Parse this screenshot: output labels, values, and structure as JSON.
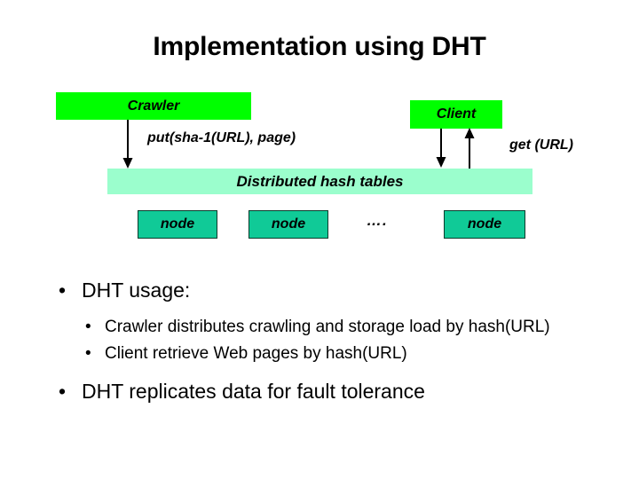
{
  "slide": {
    "title": "Implementation using DHT",
    "background_color": "#ffffff"
  },
  "diagram": {
    "crawler_box": {
      "label": "Crawler",
      "fill_color": "#00ff00"
    },
    "client_box": {
      "label": "Client",
      "fill_color": "#00ff00"
    },
    "dht_bar": {
      "label": "Distributed hash tables",
      "fill_color": "#9bfecd"
    },
    "nodes": [
      {
        "label": "node",
        "fill_color": "#10ca97",
        "border_color": "#0a3b2c"
      },
      {
        "label": "node",
        "fill_color": "#10ca97",
        "border_color": "#0a3b2c"
      },
      {
        "label": "node",
        "fill_color": "#10ca97",
        "border_color": "#0a3b2c"
      }
    ],
    "ellipsis": "….",
    "edge_labels": {
      "put": "put(sha-1(URL), page)",
      "get": "get (URL)"
    },
    "arrows": [
      {
        "name": "crawler-to-dht",
        "direction": "down"
      },
      {
        "name": "client-to-dht",
        "direction": "down"
      },
      {
        "name": "dht-to-client",
        "direction": "up"
      }
    ]
  },
  "bullets": {
    "marker": "•",
    "items": [
      {
        "level": 1,
        "text": "DHT usage:"
      },
      {
        "level": 2,
        "text": "Crawler distributes crawling and storage load by hash(URL)"
      },
      {
        "level": 2,
        "text": "Client retrieve Web pages by hash(URL)"
      },
      {
        "level": 1,
        "text": "DHT replicates data for fault tolerance"
      }
    ]
  }
}
